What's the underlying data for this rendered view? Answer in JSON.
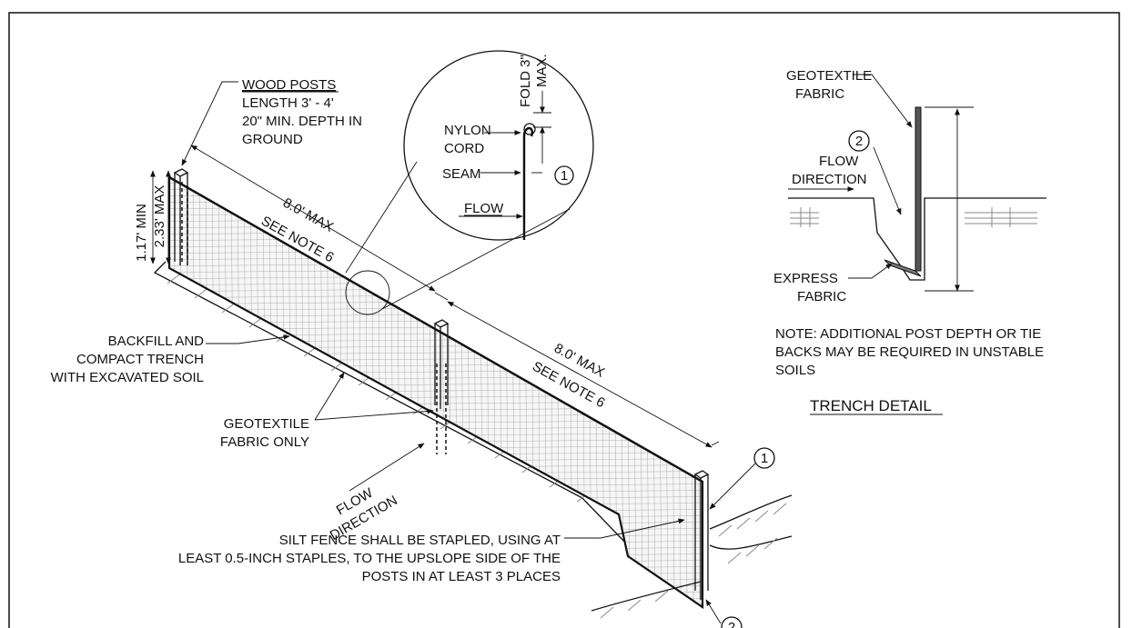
{
  "labels": {
    "wood_posts_title": "WOOD POSTS",
    "wood_posts_len": "LENGTH 3' - 4'",
    "wood_posts_depth1": "20\" MIN. DEPTH IN",
    "wood_posts_depth2": "GROUND",
    "height_min": "1.17' MIN",
    "height_max": "2.33' MAX",
    "span_max": "8.0' MAX",
    "see_note": "SEE NOTE 6",
    "fold": "FOLD 3\"",
    "fold_max": "MAX.",
    "nylon_cord_1": "NYLON",
    "nylon_cord_2": "CORD",
    "seam": "SEAM",
    "flow": "FLOW",
    "backfill_1": "BACKFILL AND",
    "backfill_2": "COMPACT TRENCH",
    "backfill_3": "WITH EXCAVATED SOIL",
    "geotextile_only_1": "GEOTEXTILE",
    "geotextile_only_2": "FABRIC ONLY",
    "flow_dir_1": "FLOW",
    "flow_dir_2": "DIRECTION",
    "silt_1": "SILT FENCE SHALL BE STAPLED, USING AT",
    "silt_2": "LEAST 0.5-INCH STAPLES, TO THE UPSLOPE SIDE OF THE",
    "silt_3": "POSTS IN AT LEAST 3 PLACES",
    "trench_geo_1": "GEOTEXTILE",
    "trench_geo_2": "FABRIC",
    "trench_flow_1": "FLOW",
    "trench_flow_2": "DIRECTION",
    "express_1": "EXPRESS",
    "express_2": "FABRIC",
    "note_1": "NOTE: ADDITIONAL POST DEPTH OR TIE",
    "note_2": "BACKS MAY BE REQUIRED IN UNSTABLE",
    "note_3": "SOILS",
    "trench_detail": "TRENCH DETAIL"
  },
  "callouts": {
    "one": "1",
    "two": "2"
  }
}
